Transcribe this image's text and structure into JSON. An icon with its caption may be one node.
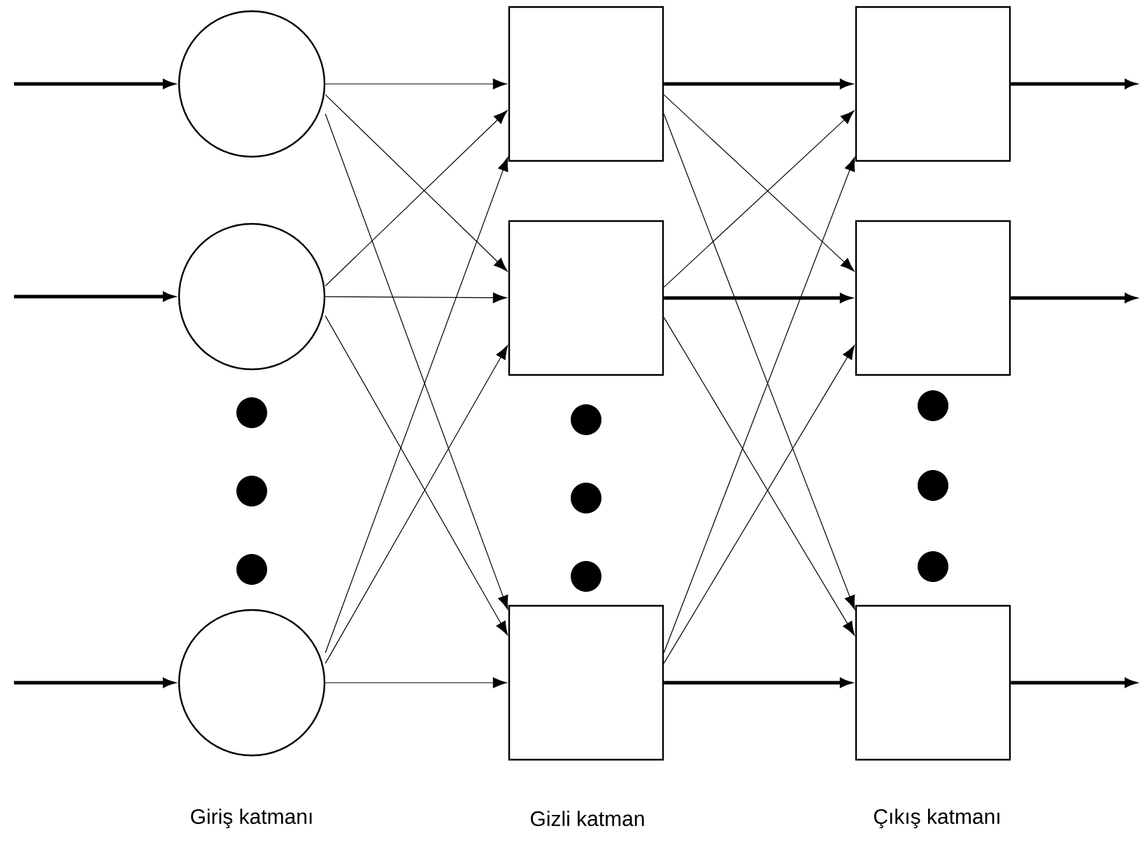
{
  "diagram": {
    "nodes": [
      {
        "text": [],
        "shape": "circle"
      },
      {
        "text": [],
        "shape": "circle"
      },
      {
        "text": [],
        "shape": "circle"
      },
      {
        "text": [],
        "shape": "box"
      },
      {
        "text": [],
        "shape": "box"
      },
      {
        "text": [],
        "shape": "box"
      },
      {
        "text": [],
        "shape": "box"
      },
      {
        "text": [],
        "shape": "box"
      },
      {
        "text": [],
        "shape": "box"
      }
    ],
    "edges": [
      {
        "from": null,
        "to": 0,
        "arrow": "to",
        "style": "thick"
      },
      {
        "from": null,
        "to": 1,
        "arrow": "to",
        "style": "thick"
      },
      {
        "from": null,
        "to": 2,
        "arrow": "to",
        "style": "thick"
      },
      {
        "from": 0,
        "to": 3,
        "arrow": "to"
      },
      {
        "from": 0,
        "to": 4,
        "arrow": "to"
      },
      {
        "from": 0,
        "to": 5,
        "arrow": "to"
      },
      {
        "from": 1,
        "to": 3,
        "arrow": "to"
      },
      {
        "from": 1,
        "to": 4,
        "arrow": "to"
      },
      {
        "from": 1,
        "to": 5,
        "arrow": "to"
      },
      {
        "from": 2,
        "to": 3,
        "arrow": "to"
      },
      {
        "from": 2,
        "to": 4,
        "arrow": "to"
      },
      {
        "from": 2,
        "to": 5,
        "arrow": "to"
      },
      {
        "from": 3,
        "to": 6,
        "arrow": "to",
        "style": "thick"
      },
      {
        "from": 3,
        "to": 7,
        "arrow": "to"
      },
      {
        "from": 3,
        "to": 8,
        "arrow": "to"
      },
      {
        "from": 4,
        "to": 6,
        "arrow": "to"
      },
      {
        "from": 4,
        "to": 7,
        "arrow": "to",
        "style": "thick"
      },
      {
        "from": 4,
        "to": 8,
        "arrow": "to"
      },
      {
        "from": 5,
        "to": 6,
        "arrow": "to"
      },
      {
        "from": 5,
        "to": 7,
        "arrow": "to"
      },
      {
        "from": 5,
        "to": 8,
        "arrow": "to",
        "style": "thick"
      },
      {
        "from": 6,
        "to": null,
        "arrow": "to",
        "style": "thick"
      },
      {
        "from": 7,
        "to": null,
        "arrow": "to",
        "style": "thick"
      },
      {
        "from": 8,
        "to": null,
        "arrow": "to",
        "style": "thick"
      }
    ],
    "labels": [
      "Giriş katmanı",
      "Gizli katman",
      "Çıkış katmanı"
    ]
  }
}
